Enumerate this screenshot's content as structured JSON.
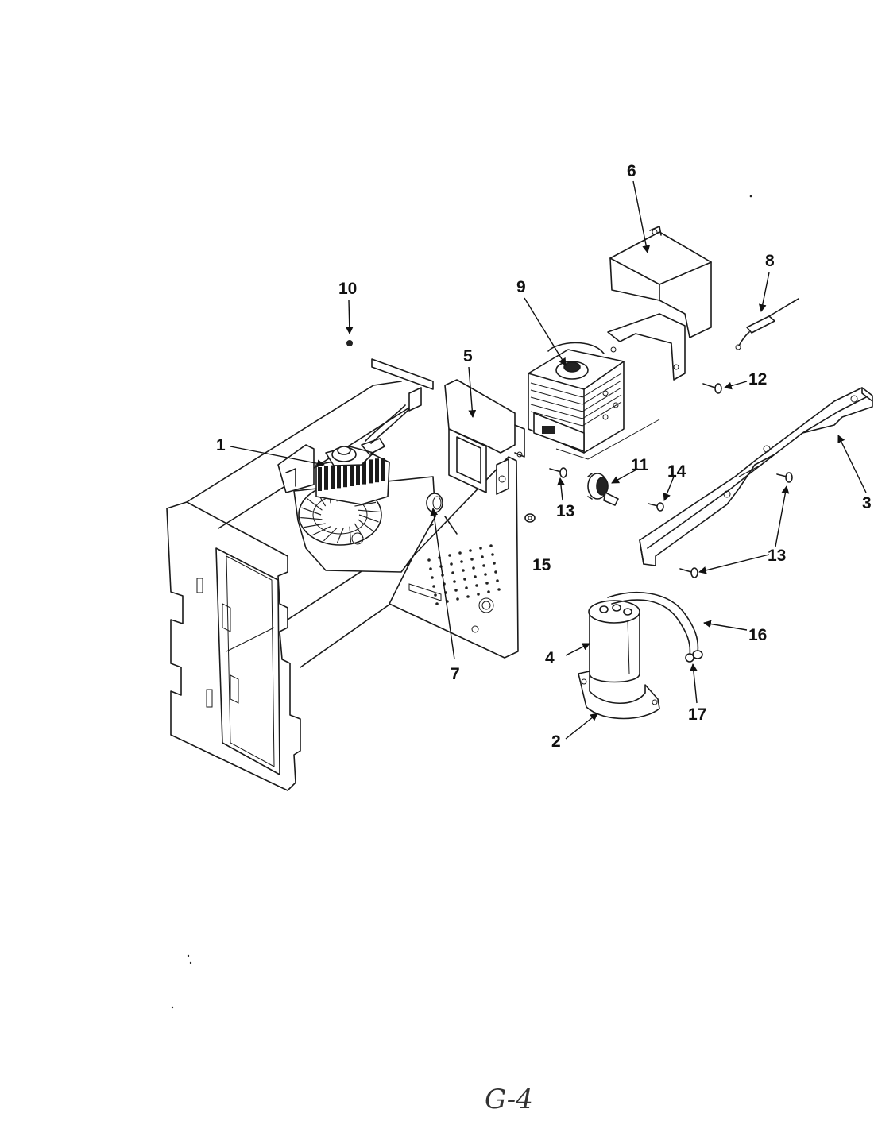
{
  "callouts": {
    "c1": "1",
    "c2": "2",
    "c3": "3",
    "c4": "4",
    "c5": "5",
    "c6": "6",
    "c7": "7",
    "c8": "8",
    "c9": "9",
    "c10": "10",
    "c11": "11",
    "c12": "12",
    "c13a": "13",
    "c13b": "13",
    "c14": "14",
    "c15": "15",
    "c16": "16",
    "c17": "17"
  },
  "page_mark": "G-4"
}
